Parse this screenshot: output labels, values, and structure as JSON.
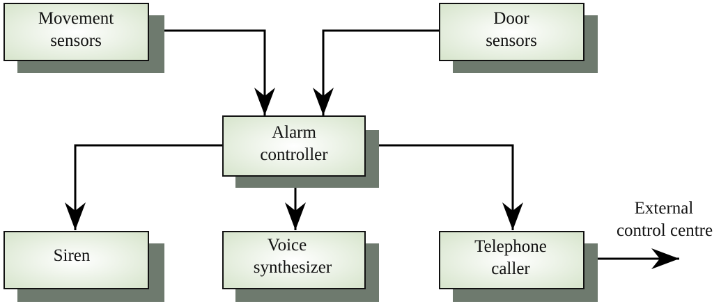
{
  "colors": {
    "box_fill_center": "#ffffff",
    "box_fill_edge": "#d9e6cf",
    "box_border": "#111111",
    "shadow": "#6e7a6e",
    "arrow": "#000000"
  },
  "boxes": {
    "movement_sensors": {
      "line1": "Movement",
      "line2": "sensors"
    },
    "door_sensors": {
      "line1": "Door",
      "line2": "sensors"
    },
    "alarm_controller": {
      "line1": "Alarm",
      "line2": "controller"
    },
    "siren": {
      "line1": "Siren"
    },
    "voice_synthesizer": {
      "line1": "Voice",
      "line2": "synthesizer"
    },
    "telephone_caller": {
      "line1": "Telephone",
      "line2": "caller"
    }
  },
  "external": {
    "line1": "External",
    "line2": "control centre"
  }
}
